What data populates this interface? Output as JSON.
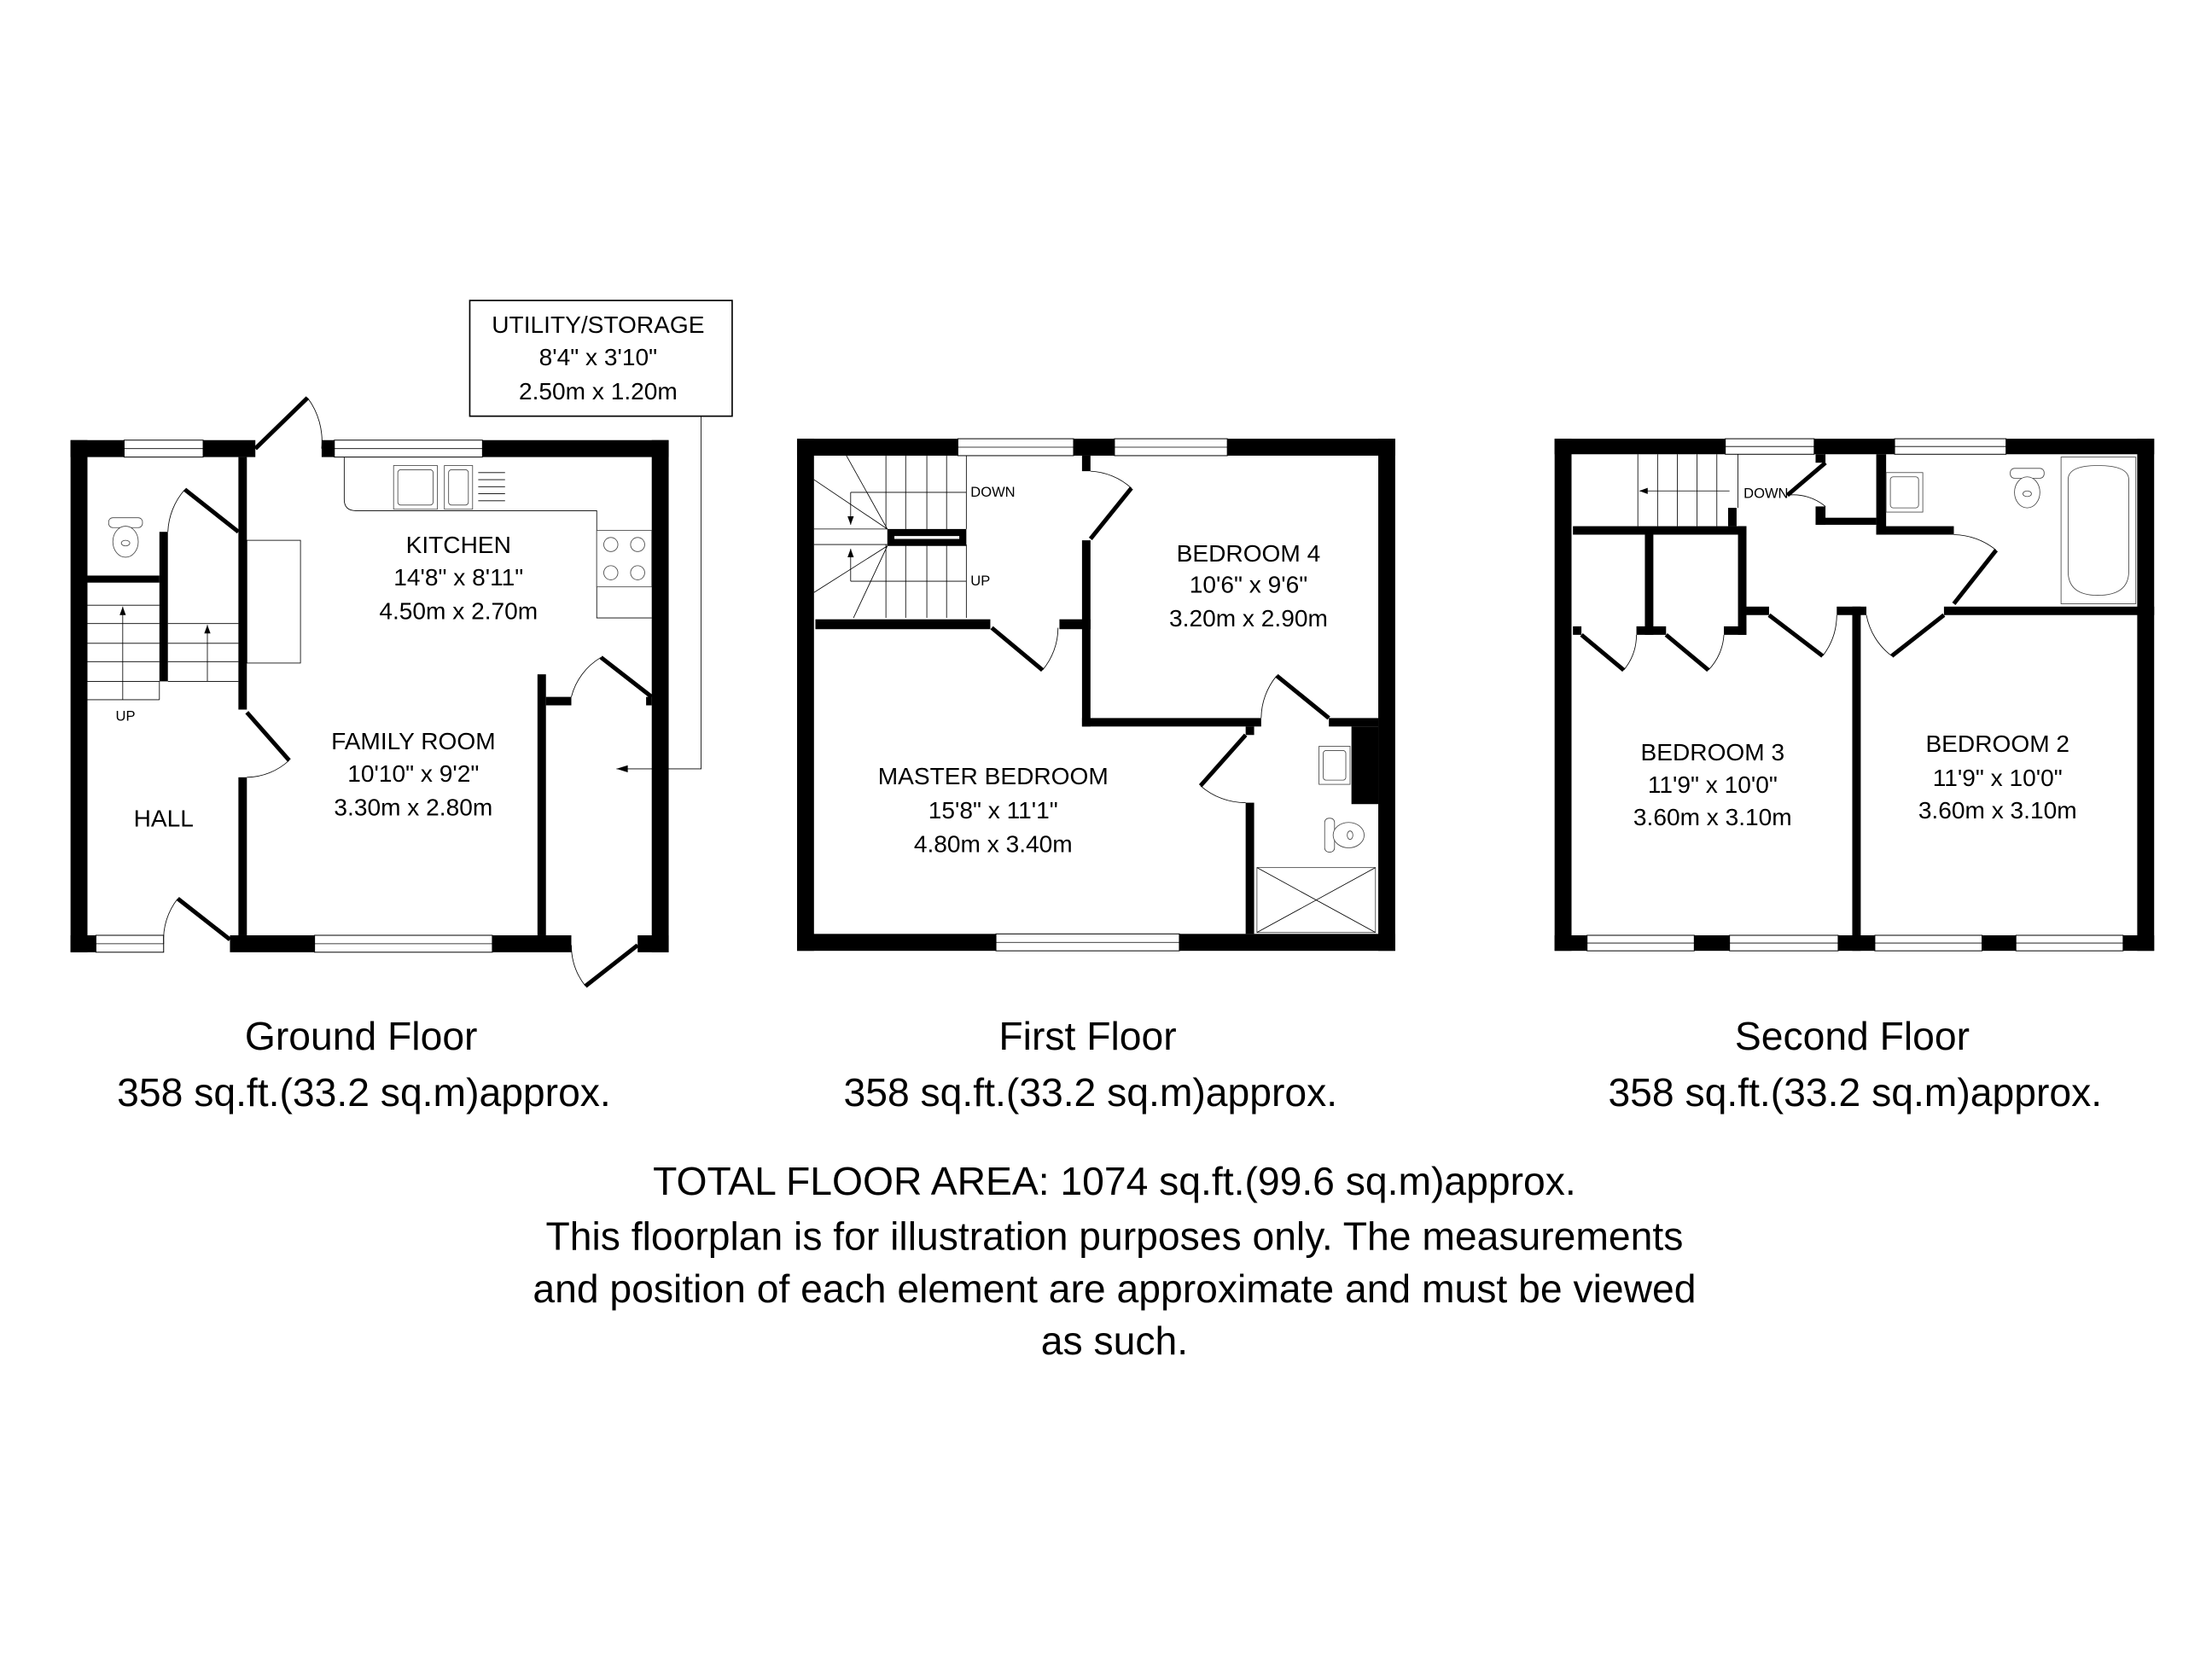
{
  "floors": {
    "ground": {
      "title": "Ground Floor",
      "area": "358 sq.ft.(33.2 sq.m)approx.",
      "rooms": {
        "kitchen": {
          "name": "KITCHEN",
          "imperial": "14'8\" x 8'11\"",
          "metric": "4.50m x 2.70m"
        },
        "family": {
          "name": "FAMILY ROOM",
          "imperial": "10'10\" x 9'2\"",
          "metric": "3.30m x 2.80m"
        },
        "hall": {
          "name": "HALL"
        },
        "utility": {
          "name": "UTILITY/STORAGE",
          "imperial": "8'4\" x 3'10\"",
          "metric": "2.50m x 1.20m"
        }
      },
      "stairs_label": "UP"
    },
    "first": {
      "title": "First Floor",
      "area": "358 sq.ft.(33.2 sq.m)approx.",
      "rooms": {
        "bedroom4": {
          "name": "BEDROOM 4",
          "imperial": "10'6\" x 9'6\"",
          "metric": "3.20m x 2.90m"
        },
        "master": {
          "name": "MASTER BEDROOM",
          "imperial": "15'8\" x 11'1\"",
          "metric": "4.80m x 3.40m"
        }
      },
      "stairs_down": "DOWN",
      "stairs_up": "UP"
    },
    "second": {
      "title": "Second Floor",
      "area": "358 sq.ft.(33.2 sq.m)approx.",
      "rooms": {
        "bedroom3": {
          "name": "BEDROOM 3",
          "imperial": "11'9\" x 10'0\"",
          "metric": "3.60m x 3.10m"
        },
        "bedroom2": {
          "name": "BEDROOM 2",
          "imperial": "11'9\" x 10'0\"",
          "metric": "3.60m x 3.10m"
        }
      },
      "stairs_down": "DOWN"
    }
  },
  "footer": {
    "total": "TOTAL FLOOR AREA: 1074 sq.ft.(99.6 sq.m)approx.",
    "disclaimer_1": "This floorplan is for illustration purposes only. The measurements",
    "disclaimer_2": "and position of each element are approximate and must be viewed",
    "disclaimer_3": "as such."
  }
}
